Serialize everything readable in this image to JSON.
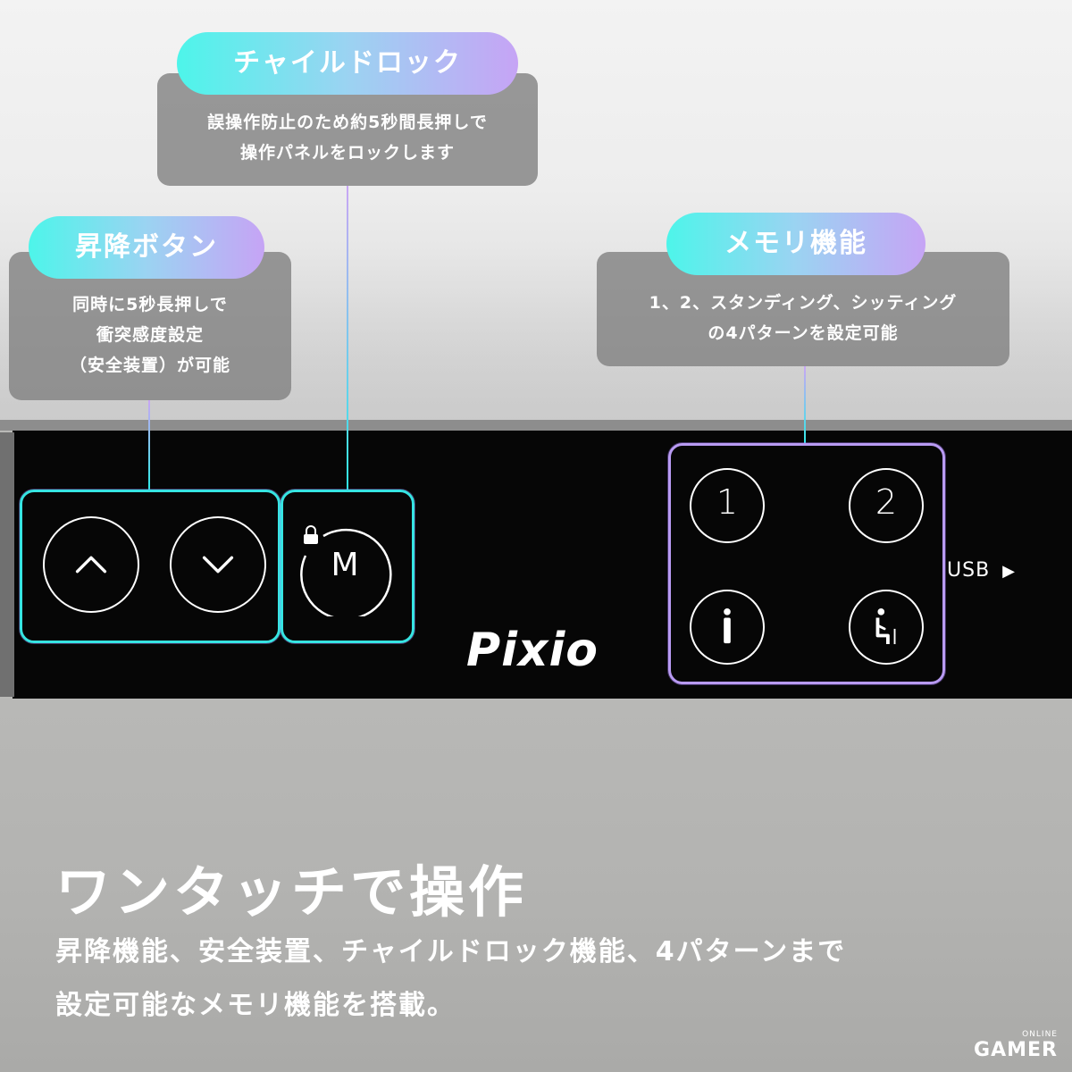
{
  "callouts": {
    "child_lock": {
      "title": "チャイルドロック",
      "lines": [
        "誤操作防止のため約5秒間長押しで",
        "操作パネルをロックします"
      ]
    },
    "lift": {
      "title": "昇降ボタン",
      "lines": [
        "同時に5秒長押しで",
        "衝突感度設定",
        "（安全装置）が可能"
      ]
    },
    "memory": {
      "title": "メモリ機能",
      "lines": [
        "1、2、スタンディング、シッティング",
        "の4パターンを設定可能"
      ]
    }
  },
  "panel": {
    "brand": "Pixio",
    "usb_label": "USB",
    "buttons": {
      "up": "up-arrow-icon",
      "down": "down-arrow-icon",
      "memory": "M",
      "preset1": "1",
      "preset2": "2",
      "standing": "standing-person-icon",
      "sitting": "sitting-person-icon"
    }
  },
  "headline": "ワンタッチで操作",
  "subtext": [
    "昇降機能、安全装置、チャイルドロック機能、4パターンまで",
    "設定可能なメモリ機能を搭載。"
  ],
  "watermark": {
    "small": "ONLINE",
    "big": "GAMER"
  },
  "colors": {
    "accent_cyan": "#36e4e2",
    "accent_purple": "#b89af2",
    "panel": "#060606"
  }
}
